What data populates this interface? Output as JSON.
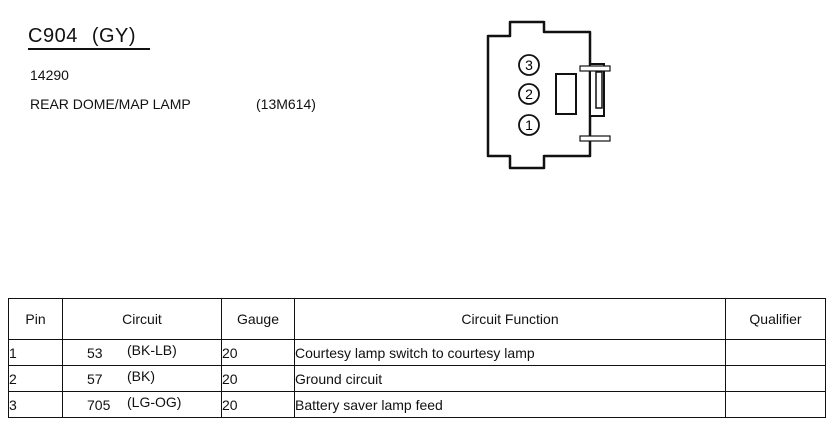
{
  "connector": {
    "id": "C904",
    "color": "(GY)",
    "part_number": "14290",
    "description": "REAR DOME/MAP LAMP",
    "component_code": "(13M614)",
    "pin_labels": [
      "3",
      "2",
      "1"
    ]
  },
  "table": {
    "headers": {
      "pin": "Pin",
      "circuit": "Circuit",
      "gauge": "Gauge",
      "function": "Circuit Function",
      "qualifier": "Qualifier"
    },
    "rows": [
      {
        "pin": "1",
        "circuit": "53",
        "color": "(BK-LB)",
        "gauge": "20",
        "function": "Courtesy lamp switch to courtesy lamp",
        "qualifier": ""
      },
      {
        "pin": "2",
        "circuit": "57",
        "color": "(BK)",
        "gauge": "20",
        "function": "Ground circuit",
        "qualifier": ""
      },
      {
        "pin": "3",
        "circuit": "705",
        "color": "(LG-OG)",
        "gauge": "20",
        "function": "Battery saver lamp feed",
        "qualifier": ""
      }
    ]
  }
}
